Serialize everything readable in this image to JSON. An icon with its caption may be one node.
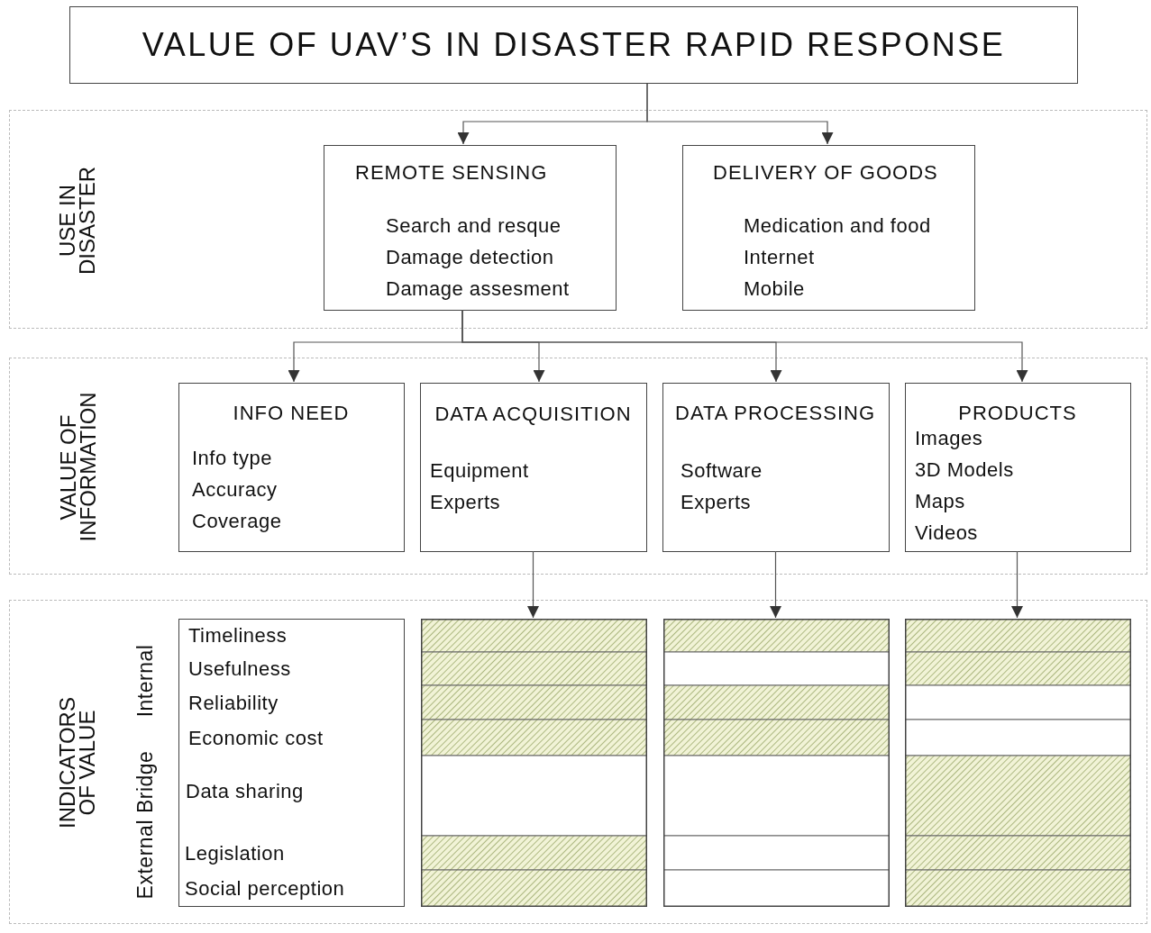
{
  "diagram": {
    "nodes": [
      {
        "text": [
          "VALUE OF UAV’S IN DISASTER RAPID RESPONSE"
        ]
      },
      {
        "text": [
          "USE IN DISASTER"
        ]
      },
      {
        "text": [
          "REMOTE SENSING",
          "Search and resque",
          "Damage detection",
          "Damage assesment"
        ],
        "in": 1
      },
      {
        "text": [
          "DELIVERY OF GOODS",
          "Medication and food",
          "Internet",
          "Mobile"
        ],
        "in": 1
      },
      {
        "text": [
          "VALUE OF INFORMATION"
        ]
      },
      {
        "text": [
          "INFO NEED",
          "Info type",
          "Accuracy",
          "Coverage"
        ],
        "in": 4
      },
      {
        "text": [
          "DATA ACQUISITION",
          "Equipment",
          "Experts"
        ],
        "in": 4
      },
      {
        "text": [
          "DATA PROCESSING",
          "Software",
          "Experts"
        ],
        "in": 4
      },
      {
        "text": [
          "PRODUCTS",
          "Images",
          "3D Models",
          "Maps",
          "Videos"
        ],
        "in": 4
      },
      {
        "text": [
          "INDICATORS OF VALUE"
        ]
      },
      {
        "text": [
          "Timeliness",
          "Usefulness",
          "Reliability",
          "Economic cost",
          "Data sharing",
          "Legislation",
          "Social perception"
        ],
        "in": 9,
        "beside": [
          "Internal",
          "External Bridge"
        ]
      },
      {
        "text": [],
        "shape": "box",
        "in": 9
      },
      {
        "text": [],
        "shape": "box",
        "in": 9
      },
      {
        "text": [],
        "shape": "box",
        "in": 9
      }
    ],
    "edges": [
      {
        "from": 0,
        "to": 2,
        "arrow": "to"
      },
      {
        "from": 0,
        "to": 3,
        "arrow": "to"
      },
      {
        "from": 2,
        "to": 5,
        "arrow": "to"
      },
      {
        "from": 2,
        "to": 6,
        "arrow": "to"
      },
      {
        "from": 2,
        "to": 7,
        "arrow": "to"
      },
      {
        "from": 2,
        "to": 8,
        "arrow": "to"
      },
      {
        "from": 6,
        "to": 11,
        "arrow": "to"
      },
      {
        "from": 7,
        "to": 12,
        "arrow": "to"
      },
      {
        "from": 8,
        "to": 13,
        "arrow": "to"
      }
    ]
  }
}
